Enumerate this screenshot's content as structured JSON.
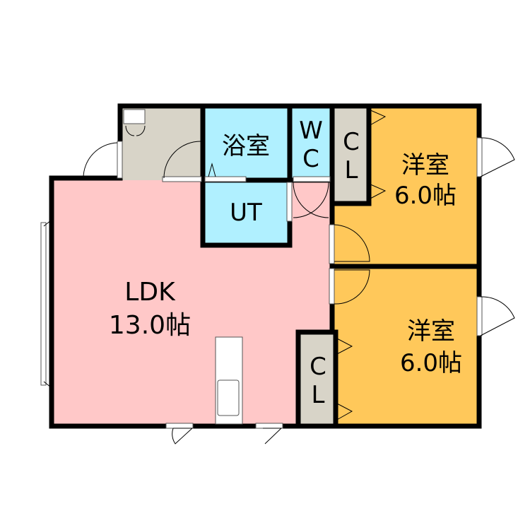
{
  "colors": {
    "ldk": "#ffc8c8",
    "wet": "#b0f0ff",
    "storage": "#d8d4c8",
    "bedroom": "#ffc85a",
    "wall": "#000000"
  },
  "rooms": {
    "ldk": {
      "name": "LDK",
      "size": "13.0帖"
    },
    "bath": {
      "name": "浴室"
    },
    "wc": {
      "name_line1": "W",
      "name_line2": "C"
    },
    "ut": {
      "name": "UT"
    },
    "closet_top": {
      "name_line1": "C",
      "name_line2": "L"
    },
    "closet_bottom": {
      "name_line1": "C",
      "name_line2": "L"
    },
    "bedroom1": {
      "name": "洋室",
      "size": "6.0帖"
    },
    "bedroom2": {
      "name": "洋室",
      "size": "6.0帖"
    }
  }
}
